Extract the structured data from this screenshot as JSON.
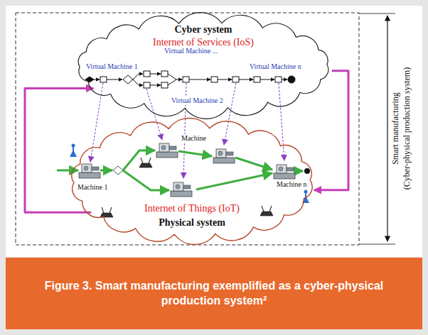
{
  "diagram": {
    "caption": "Figure 3. Smart manufacturing exemplified as a cyber-physical production system²",
    "nodes": [
      {
        "text": [
          "Cyber system",
          "Internet of Services (IoS)"
        ]
      },
      {
        "text": [
          "Internet of Things (IoT)",
          "Physical system"
        ]
      }
    ],
    "edges": [
      {
        "from": 1,
        "to": 0,
        "arrow": "to"
      },
      {
        "from": 0,
        "to": 1,
        "arrow": "to"
      }
    ],
    "labels": [
      "Virtual Machine ...",
      "Virtual Machine 1",
      "Virtual Machine n",
      "Virtual Machine 2",
      "Machine",
      "Machine 1",
      "Machine n",
      "Smart manufacturing",
      "(Cyber-physical production system)"
    ]
  }
}
